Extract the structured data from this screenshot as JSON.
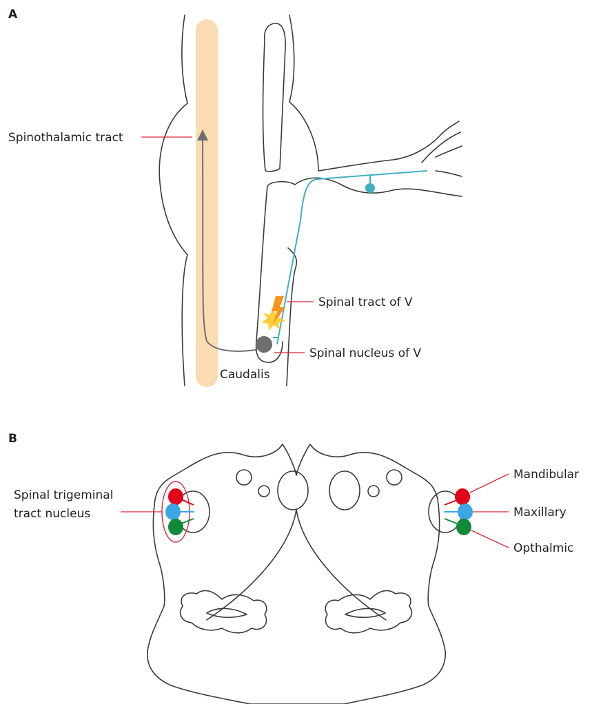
{
  "panels": {
    "a": {
      "letter": "A",
      "labels": {
        "spinothalamic": "Spinothalamic tract",
        "spinal_tract": "Spinal tract of V",
        "spinal_nucleus": "Spinal nucleus of V",
        "caudalis": "Caudalis"
      }
    },
    "b": {
      "letter": "B",
      "labels": {
        "nucleus_line1": "Spinal trigeminal",
        "nucleus_line2": "tract nucleus",
        "mandibular": "Mandibular",
        "maxillary": "Maxillary",
        "opthalmic": "Opthalmic"
      }
    }
  },
  "colors": {
    "tract_fill": "#fbdcb2",
    "nerve": "#3fb0c2",
    "nucleus": "#6d6e70",
    "leader": "#d7283a",
    "mandibular": "#e2001a",
    "maxillary": "#3ba6e3",
    "opthalmic": "#0f8a38",
    "spark_orange": "#f7941d",
    "spark_yellow": "#fcd03a"
  }
}
